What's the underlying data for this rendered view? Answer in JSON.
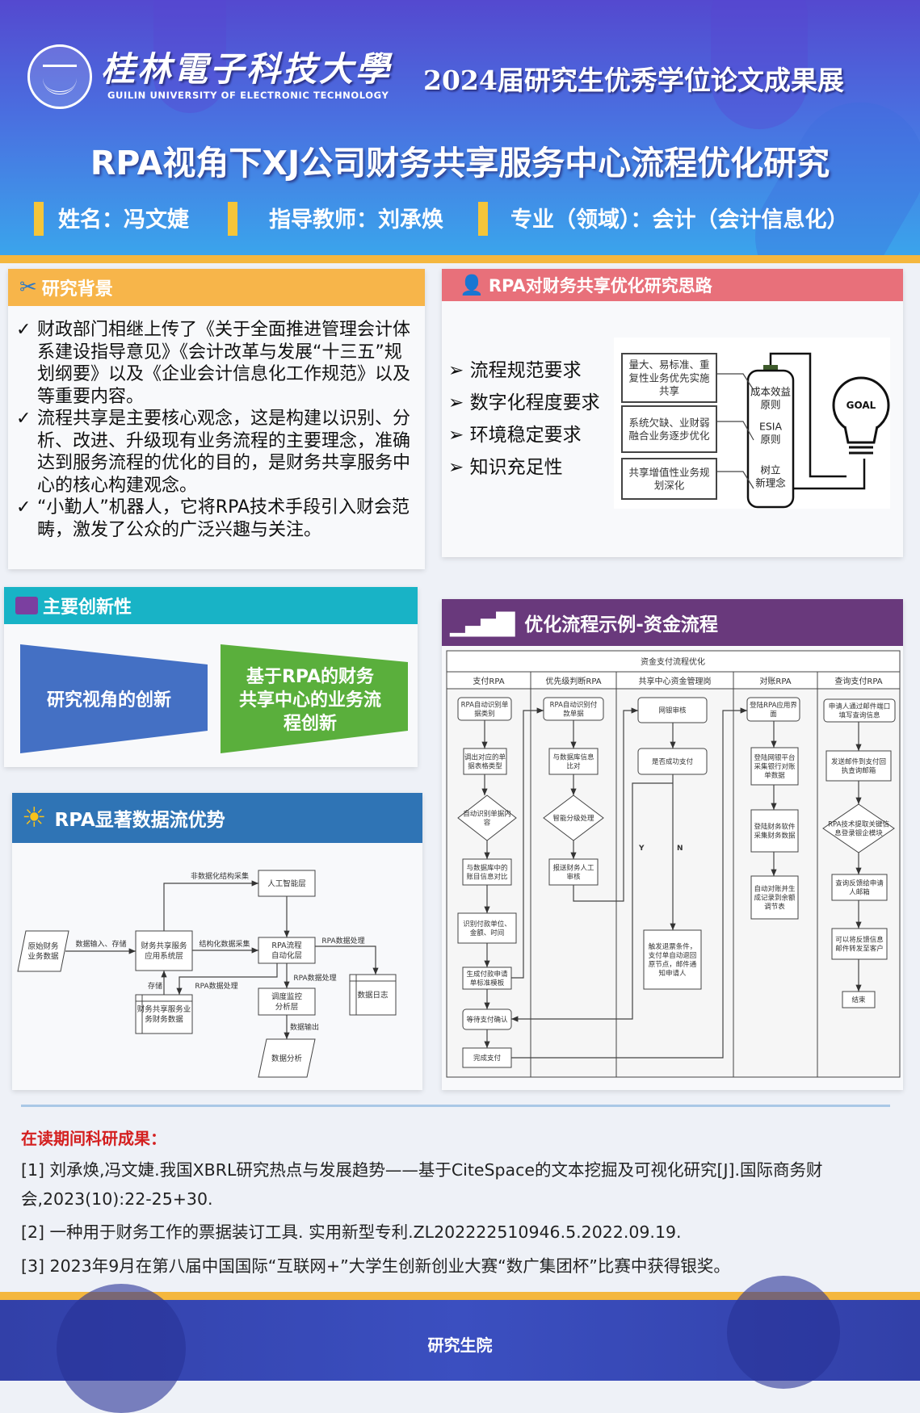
{
  "header": {
    "university_cn": "桂林電子科技大學",
    "university_en": "GUILIN UNIVERSITY OF ELECTRONIC TECHNOLOGY",
    "exhibition": "2024届研究生优秀学位论文成果展",
    "title": "RPA视角下XJ公司财务共享服务中心流程优化研究",
    "student": "姓名：冯文婕",
    "advisor": "指导教师：刘承焕",
    "major": "专业（领域）：会计（会计信息化）"
  },
  "background": {
    "title": "研究背景",
    "items": [
      "财政部门相继上传了《关于全面推进管理会计体系建设指导意见》《会计改革与发展“十三五”规划纲要》以及《企业会计信息化工作规范》以及等重要内容。",
      "流程共享是主要核心观念，这是构建以识别、分析、改进、升级现有业务流程的主要理念，准确达到服务流程的优化的目的，是财务共享服务中心的核心构建观念。",
      "“小勤人”机器人，它将RPA技术手段引入财会范畴，激发了公众的广泛兴趣与关注。"
    ]
  },
  "approach": {
    "title": "RPA对财务共享优化研究思路",
    "bullets": [
      "流程规范要求",
      "数字化程度要求",
      "环境稳定要求",
      "知识充足性"
    ],
    "boxes": [
      [
        "量大、易标准、重",
        "复性业务优先实施",
        "共享"
      ],
      [
        "系统欠缺、业财弱",
        "融合业务逐步优化"
      ],
      [
        "共享增值性业务规",
        "划深化"
      ]
    ],
    "principles": [
      [
        "成本效益",
        "原则"
      ],
      [
        "ESIA",
        "原则"
      ],
      [
        "树立",
        "新理念"
      ]
    ],
    "goal": "GOAL"
  },
  "innovation": {
    "title": "主要创新性",
    "left": [
      "研究视角的创新"
    ],
    "right": [
      "基于RPA的财务",
      "共享中心的业务流",
      "程创新"
    ]
  },
  "dataflow": {
    "title": "RPA显著数据流优势",
    "nodes": [
      [
        "原始财务",
        "业务数据"
      ],
      [
        "财务共享服务",
        "应用系统层"
      ],
      [
        "人工智能层"
      ],
      [
        "RPA流程",
        "自动化层"
      ],
      [
        "财务共享服务业",
        "务财务数据"
      ],
      [
        "调度监控",
        "分析层"
      ],
      [
        "数据分析"
      ],
      [
        "数据日志"
      ]
    ],
    "edge_labels": [
      "数据输入、存储",
      "非数据化结构采集",
      "结构化数据采集",
      "RPA数据处理",
      "RPA数据处理",
      "RPA数据处理",
      "存储",
      "数据输出"
    ]
  },
  "process": {
    "title": "优化流程示例-资金流程",
    "chart_title": "资金支付流程优化",
    "lanes": [
      "支付RPA",
      "优先级判断RPA",
      "共享中心资金管理岗",
      "对账RPA",
      "查询支付RPA"
    ],
    "nodes": [
      [
        "RPA自动识别单",
        "据类别"
      ],
      [
        "调出对应的单",
        "据表格类型"
      ],
      [
        "自动识别单据内",
        "容"
      ],
      [
        "与数据库中的",
        "账目信息对比"
      ],
      [
        "识别付款单位、",
        "金额、时间"
      ],
      [
        "生成付款申请",
        "单标准模板"
      ],
      [
        "等待支付确认"
      ],
      [
        "完成支付"
      ],
      [
        "RPA自动识别付",
        "款单据"
      ],
      [
        "与数据库信息",
        "比对"
      ],
      [
        "智能分级处理"
      ],
      [
        "报送财务人工",
        "审核"
      ],
      [
        "网银审核"
      ],
      [
        "是否成功支付"
      ],
      [
        "触发退票条件，",
        "支付单自动退回",
        "原节点，邮件通",
        "知申请人"
      ],
      [
        "登陆RPA应用界",
        "面"
      ],
      [
        "登陆网银平台",
        "采集银行对账",
        "单数据"
      ],
      [
        "登陆财务软件",
        "采集财务数据"
      ],
      [
        "自动对账并生",
        "成记录到余额",
        "调节表"
      ],
      [
        "申请人通过邮件端口",
        "填写查询信息"
      ],
      [
        "发送邮件到支付回",
        "执查询邮箱"
      ],
      [
        "RPA技术提取关键信",
        "息登录银企模块"
      ],
      [
        "查询反馈给申请",
        "人邮箱"
      ],
      [
        "可以将反馈信息",
        "邮件转发至客户"
      ],
      [
        "结束"
      ]
    ],
    "yes": "Y",
    "no": "N"
  },
  "achievements": {
    "title": "在读期间科研成果：",
    "items": [
      "[1] 刘承焕,冯文婕.我国XBRL研究热点与发展趋势——基于CiteSpace的文本挖掘及可视化研究[J].国际商务财会,2023(10):22-25+30.",
      "[2] 一种用于财务工作的票据装订工具. 实用新型专利.ZL202222510946.5.2022.09.19.",
      "[3] 2023年9月在第八届中国国际“互联网+”大学生创新创业大赛“数广集团杯”比赛中获得银奖。"
    ]
  },
  "footer": "研究生院",
  "colors": {
    "orange": "#f7b54a",
    "pink": "#e8707a",
    "teal": "#18b3c6",
    "blue": "#2f74b5",
    "purple": "#69397c",
    "green": "#5aaf3c",
    "innov_blue": "#4470c4"
  }
}
